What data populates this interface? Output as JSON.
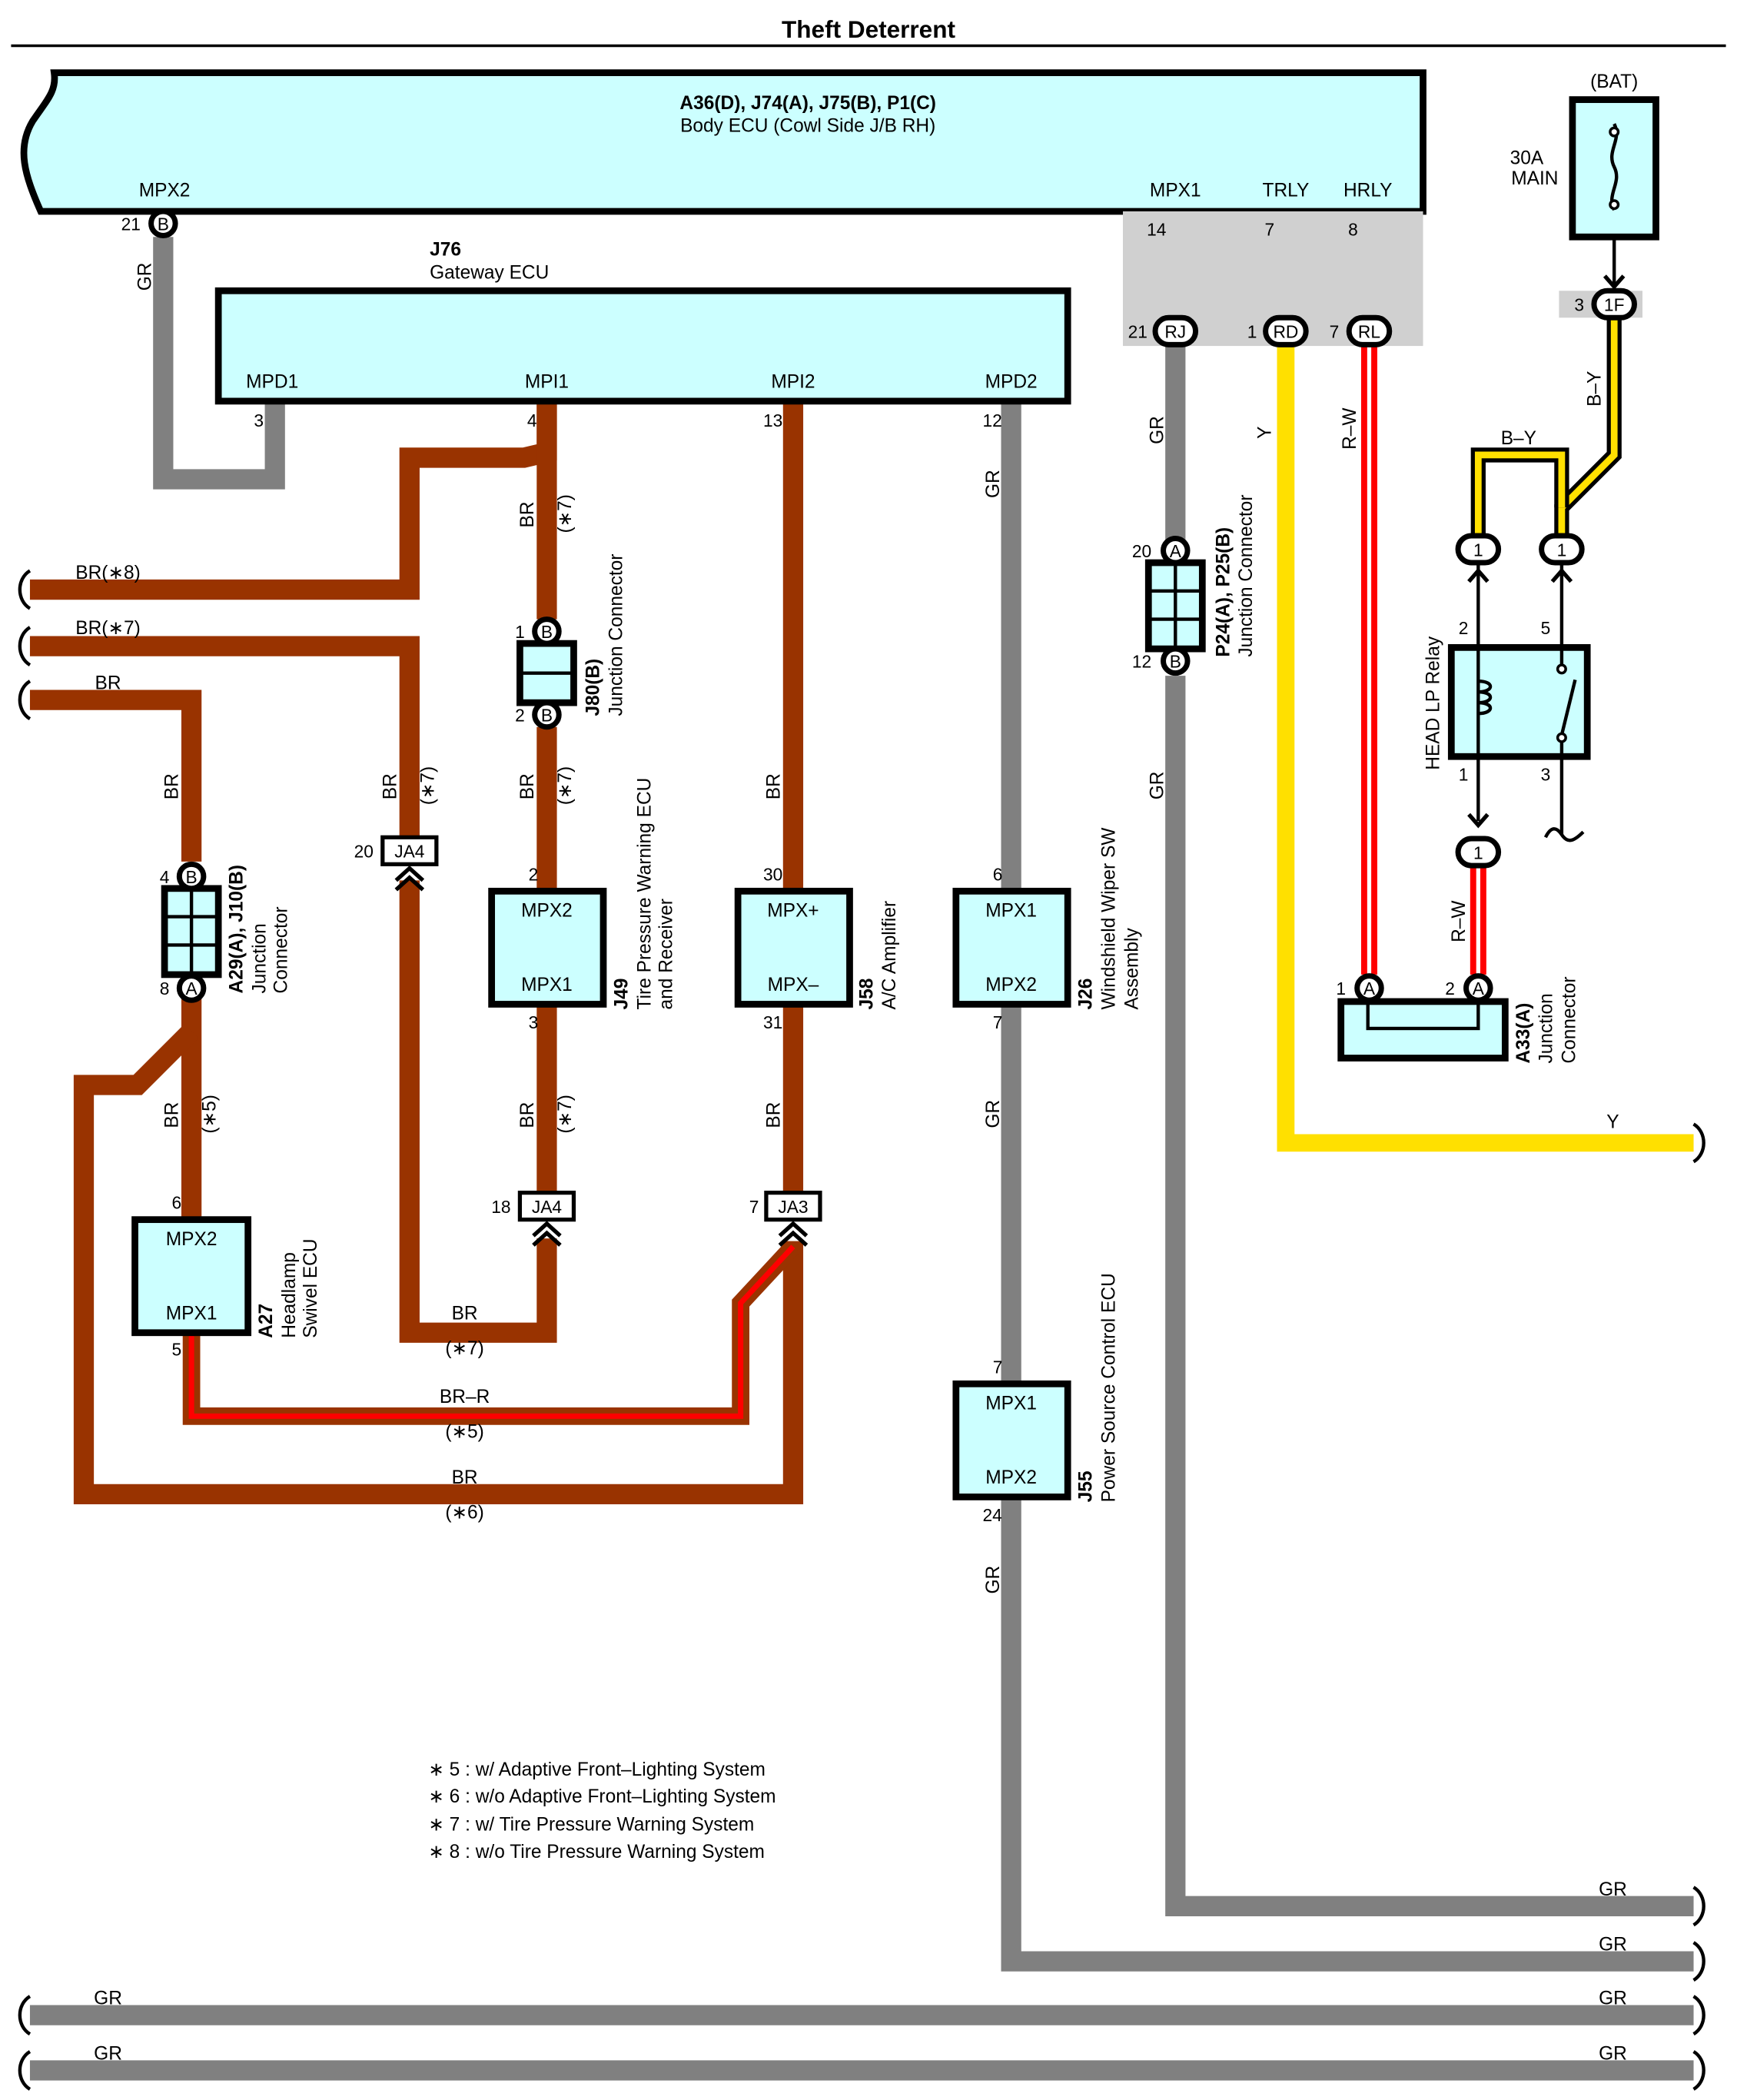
{
  "title": "Theft Deterrent",
  "body_ecu": {
    "connectors": "A36(D), J74(A), J75(B), P1(C)",
    "name": "Body ECU (Cowl Side J/B RH)",
    "pins": {
      "mpx2": "MPX2",
      "mpx1": "MPX1",
      "trly": "TRLY",
      "hrly": "HRLY"
    },
    "pin_numbers": {
      "mpx2": "21",
      "mpx1": "14",
      "trly": "7",
      "hrly": "8"
    },
    "connector_letter": "B",
    "jc": {
      "rj": "RJ",
      "rd": "RD",
      "rl": "RL",
      "rj_pin": "21",
      "rd_pin": "1",
      "rl_pin": "7"
    }
  },
  "gateway_ecu": {
    "code": "J76",
    "name": "Gateway ECU",
    "pins": {
      "mpd1": "MPD1",
      "mpi1": "MPI1",
      "mpi2": "MPI2",
      "mpd2": "MPD2"
    },
    "pin_numbers": {
      "mpd1": "3",
      "mpi1": "4",
      "mpi2": "13",
      "mpd2": "12"
    }
  },
  "battery": {
    "label": "(BAT)",
    "fuse_amp": "30A",
    "fuse_name": "MAIN",
    "conn": "1F",
    "conn_pin": "3"
  },
  "j80": {
    "code": "J80(B)",
    "name": "Junction Connector",
    "pin_top": "1",
    "pin_bottom": "2",
    "letter": "B"
  },
  "p24": {
    "code": "P24(A), P25(B)",
    "name": "Junction Connector",
    "pin_top": "20",
    "pin_bottom": "12",
    "letter_top": "A",
    "letter_bottom": "B"
  },
  "a29": {
    "code": "A29(A), J10(B)",
    "name1": "Junction",
    "name2": "Connector",
    "pin_top": "4",
    "pin_bottom": "8",
    "letter_top": "B",
    "letter_bottom": "A"
  },
  "a33": {
    "code": "A33(A)",
    "name1": "Junction",
    "name2": "Connector",
    "pin1": "1",
    "pin2": "2",
    "letter": "A"
  },
  "relay": {
    "name": "HEAD LP Relay",
    "pins": {
      "p1": "1",
      "p2": "2",
      "p3": "3",
      "p5": "5"
    },
    "conn_pin": "1"
  },
  "ecus": {
    "j49": {
      "code": "J49",
      "name1": "Tire Pressure Warning ECU",
      "name2": "and Receiver",
      "top": "MPX2",
      "bottom": "MPX1",
      "pin_top": "2",
      "pin_bottom": "3"
    },
    "j58": {
      "code": "J58",
      "name1": "A/C Amplifier",
      "top": "MPX+",
      "bottom": "MPX–",
      "pin_top": "30",
      "pin_bottom": "31"
    },
    "j26": {
      "code": "J26",
      "name1": "Windshield Wiper SW",
      "name2": "Assembly",
      "top": "MPX1",
      "bottom": "MPX2",
      "pin_top": "6",
      "pin_bottom": "7"
    },
    "a27": {
      "code": "A27",
      "name1": "Headlamp",
      "name2": "Swivel ECU",
      "top": "MPX2",
      "bottom": "MPX1",
      "pin_top": "6",
      "pin_bottom": "5"
    },
    "j55": {
      "code": "J55",
      "name1": "Power Source Control ECU",
      "top": "MPX1",
      "bottom": "MPX2",
      "pin_top": "7",
      "pin_bottom": "24"
    }
  },
  "junction_blocks": {
    "ja4_top": {
      "label": "JA4",
      "pin": "20"
    },
    "ja4_bottom": {
      "label": "JA4",
      "pin": "18"
    },
    "ja3": {
      "label": "JA3",
      "pin": "7"
    }
  },
  "wire_labels": {
    "gr": "GR",
    "br": "BR",
    "y": "Y",
    "rw": "R–W",
    "by": "B–Y",
    "brr": "BR–R",
    "br8": "BR(∗8)",
    "br7": "BR(∗7)",
    "n5": "(∗5)",
    "n6": "(∗6)",
    "n7": "(∗7)"
  },
  "notes": [
    "∗ 5 : w/ Adaptive Front–Lighting System",
    "∗ 6 : w/o Adaptive Front–Lighting System",
    "∗ 7 : w/ Tire Pressure Warning System",
    "∗ 8 : w/o Tire Pressure Warning System"
  ],
  "colors": {
    "gr": "#808080",
    "br": "#993300",
    "y": "#ffe000",
    "r": "#ff0000",
    "w": "#ffffff",
    "b": "#000000",
    "ecu": "#ccffff"
  }
}
